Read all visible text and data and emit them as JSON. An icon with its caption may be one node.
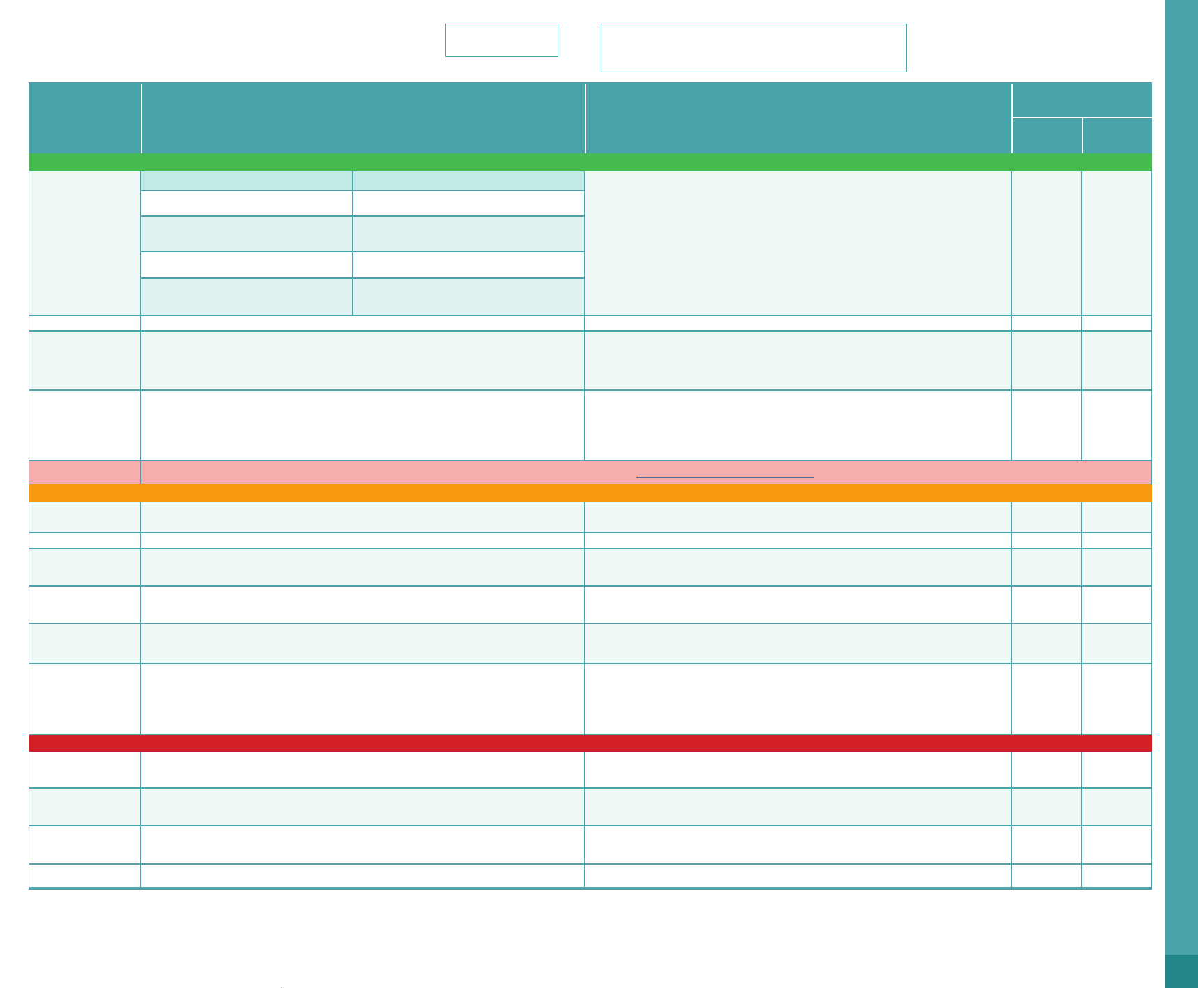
{
  "diagram": {
    "nodes": [
      {
        "text": [],
        "shape": "box"
      },
      {
        "text": [],
        "shape": "box"
      },
      {
        "text": [],
        "shape": "bar"
      },
      {
        "text": [],
        "shape": "bar"
      },
      {
        "text": [],
        "shape": "bar"
      },
      {
        "text": [],
        "shape": "bar"
      }
    ]
  }
}
